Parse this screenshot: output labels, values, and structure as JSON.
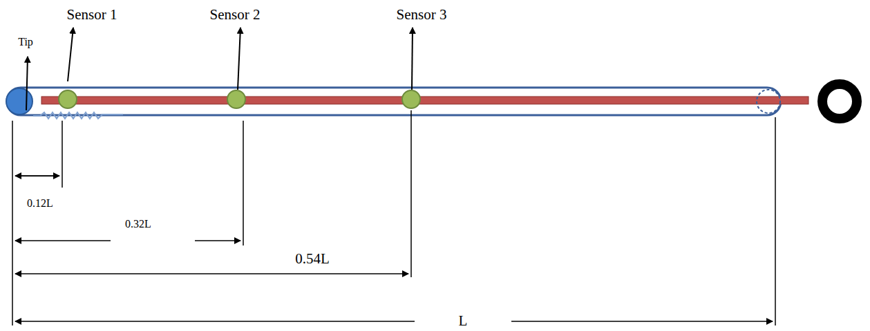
{
  "diagram": {
    "labels": [
      "Sensor 1",
      "Sensor 2",
      "Sensor 3",
      "Tip",
      "0.12L",
      "0.32L",
      "0.54L",
      "L"
    ]
  }
}
